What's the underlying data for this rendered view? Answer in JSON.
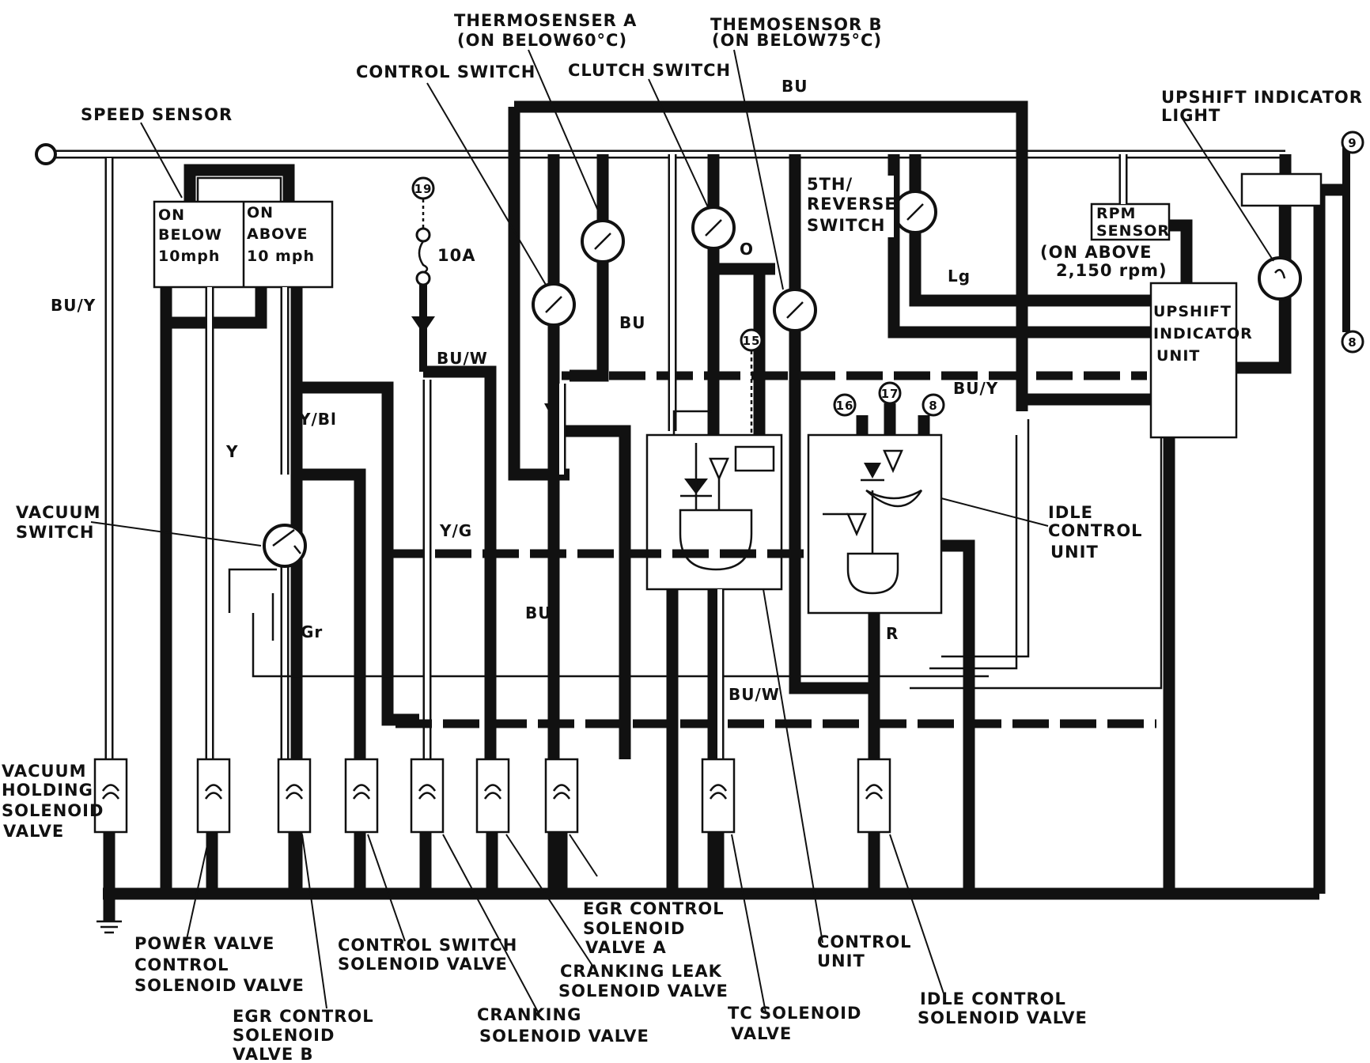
{
  "sensors": {
    "thermosensor_a": {
      "name": "THERMOSENSER A",
      "condition": "(ON BELOW60°C)"
    },
    "thermosensor_b": {
      "name": "THEMOSENSOR B",
      "condition": "(ON BELOW75°C)"
    },
    "control_switch": "CONTROL SWITCH",
    "clutch_switch": "CLUTCH SWITCH",
    "speed_sensor": "SPEED SENSOR",
    "speed_box": {
      "left": [
        "ON",
        "BELOW",
        "10mph"
      ],
      "right": [
        "ON",
        "ABOVE",
        "10 mph"
      ]
    },
    "fifth_reverse_switch": [
      "5TH/",
      "REVERSE",
      "SWITCH"
    ],
    "rpm_sensor": [
      "RPM",
      "SENSOR"
    ],
    "rpm_condition": [
      "(ON  ABOVE",
      "2,150 rpm)"
    ],
    "upshift_indicator_light": [
      "UPSHIFT INDICATOR",
      "LIGHT"
    ],
    "upshift_indicator_unit": [
      "UPSHIFT",
      "INDICATOR",
      "UNIT"
    ],
    "vacuum_switch": [
      "VACUUM",
      "SWITCH"
    ],
    "idle_control_unit": [
      "IDLE",
      "CONTROL",
      "UNIT"
    ],
    "fuse": "10A"
  },
  "wire_colors": {
    "bu_top": "BU",
    "bu_y_left": "BU/Y",
    "bu_mid": "BU",
    "bu_w_top": "BU/W",
    "y_bl": "Y/Bl",
    "y": "Y",
    "y_g": "Y/G",
    "o": "O",
    "lg": "Lg",
    "bu_y_right": "BU/Y",
    "gr": "Gr",
    "bu_low": "BU",
    "bu_w_low": "BU/W",
    "r": "R"
  },
  "terminals": [
    "19",
    "15",
    "16",
    "17",
    "8",
    "9",
    "8"
  ],
  "valves": {
    "vacuum_holding": [
      "VACUUM",
      "HOLDING",
      "SOLENOID",
      "VALVE"
    ],
    "power_valve": [
      "POWER VALVE",
      "CONTROL",
      "SOLENOID VALVE"
    ],
    "egr_b": [
      "EGR CONTROL",
      "SOLENOID",
      "VALVE B"
    ],
    "control_switch": [
      "CONTROL  SWITCH",
      "SOLENOID VALVE"
    ],
    "cranking": [
      "CRANKING",
      "SOLENOID VALVE"
    ],
    "cranking_leak": [
      "CRANKING LEAK",
      "SOLENOID VALVE"
    ],
    "egr_a": [
      "EGR CONTROL",
      "SOLENOID",
      "VALVE A"
    ],
    "tc": [
      "TC SOLENOID",
      "VALVE"
    ],
    "control_unit": [
      "CONTROL",
      "UNIT"
    ],
    "idle_control": [
      "IDLE CONTROL",
      "SOLENOID VALVE"
    ]
  }
}
